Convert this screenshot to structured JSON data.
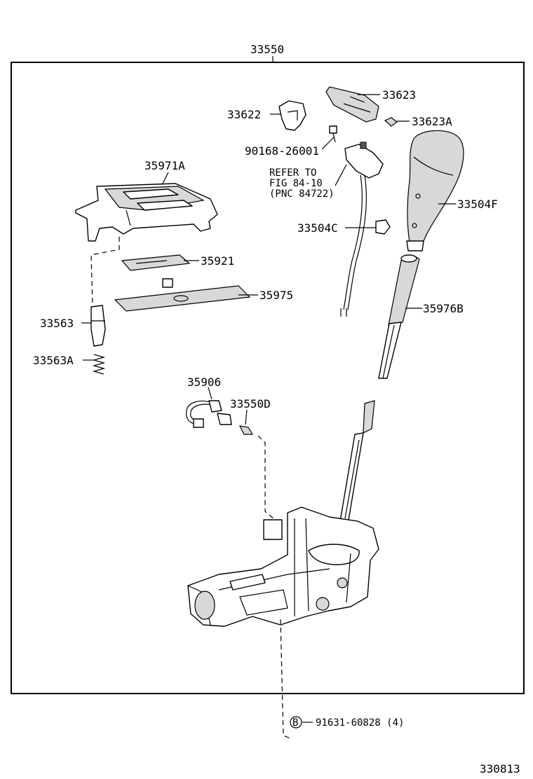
{
  "diagram": {
    "assembly_number": "33550",
    "figure_number": "330813",
    "parts": [
      {
        "id": "33623",
        "label": "33623"
      },
      {
        "id": "33622",
        "label": "33622"
      },
      {
        "id": "33623A",
        "label": "33623A"
      },
      {
        "id": "90168-26001",
        "label": "90168-26001"
      },
      {
        "id": "35971A",
        "label": "35971A"
      },
      {
        "id": "33504F",
        "label": "33504F"
      },
      {
        "id": "33504C",
        "label": "33504C"
      },
      {
        "id": "35921",
        "label": "35921"
      },
      {
        "id": "35975",
        "label": "35975"
      },
      {
        "id": "35976B",
        "label": "35976B"
      },
      {
        "id": "33563",
        "label": "33563"
      },
      {
        "id": "33563A",
        "label": "33563A"
      },
      {
        "id": "35906",
        "label": "35906"
      },
      {
        "id": "33550D",
        "label": "33550D"
      },
      {
        "id": "91631-60828",
        "label": "91631-60828 (4)",
        "marker": "B"
      }
    ],
    "reference_note": {
      "line1": "REFER TO",
      "line2": "FIG 84-10",
      "line3": "(PNC 84722)"
    }
  }
}
